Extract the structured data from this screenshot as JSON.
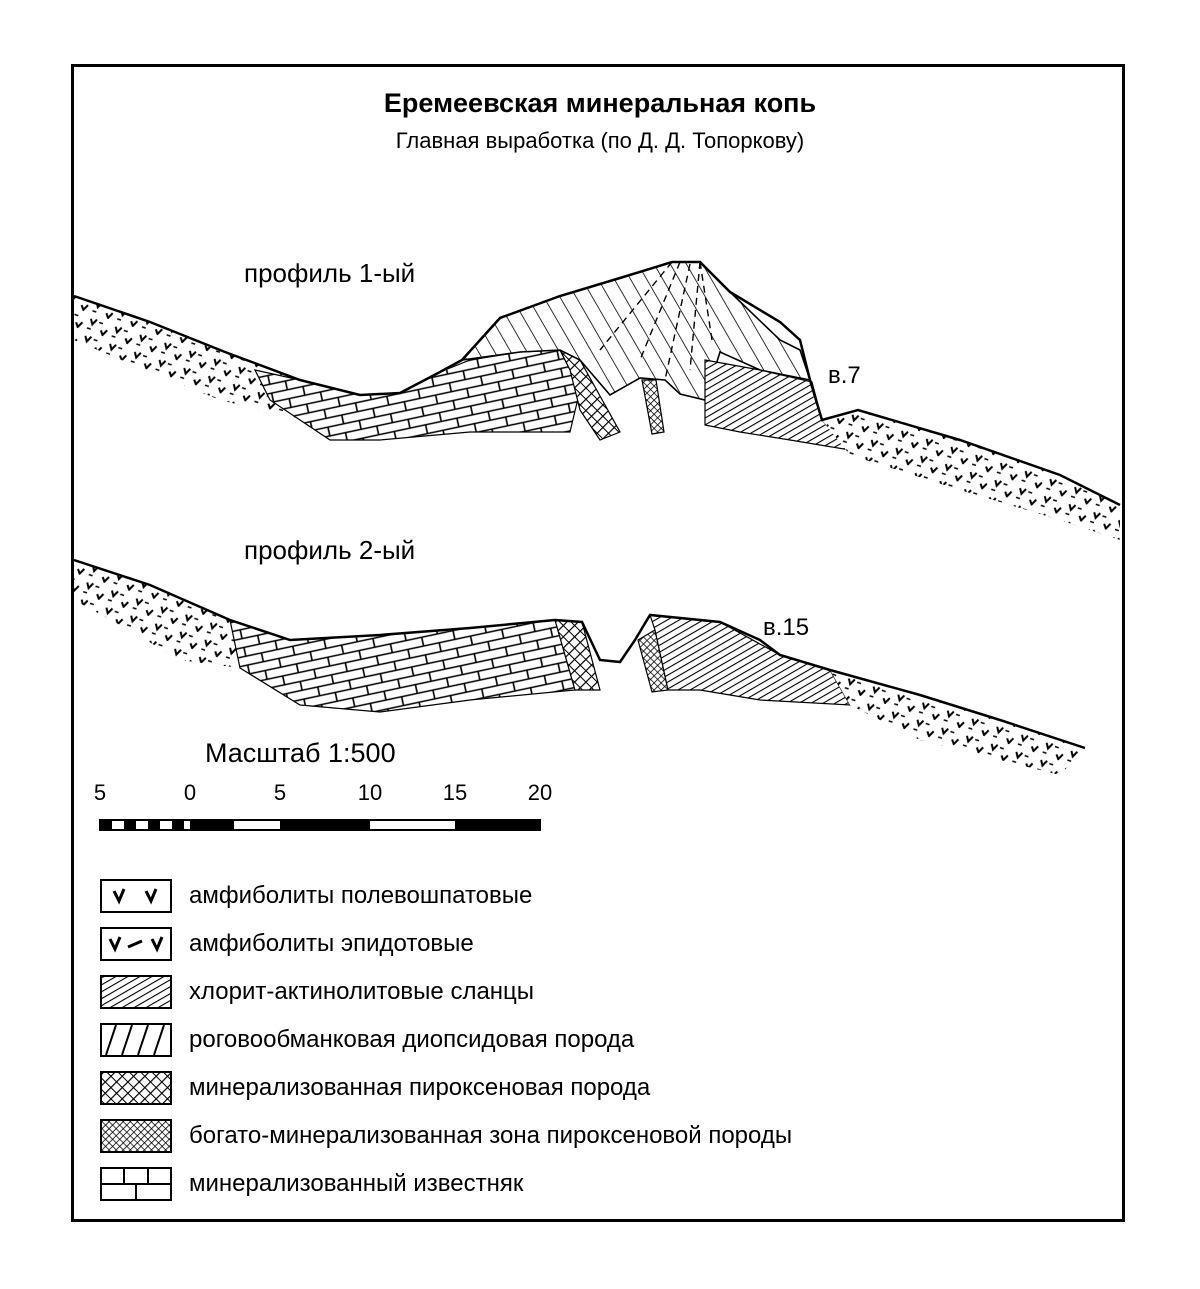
{
  "title": "Еремеевская минеральная копь",
  "subtitle": "Главная выработка (по Д. Д. Топоркову)",
  "profiles": [
    {
      "label": "профиль 1-ый",
      "marker": "в.7"
    },
    {
      "label": "профиль 2-ый",
      "marker": "в.15"
    }
  ],
  "scale": {
    "title": "Масштаб 1:500",
    "ticks": [
      "5",
      "0",
      "5",
      "10",
      "15",
      "20"
    ]
  },
  "legend": [
    {
      "pattern": "v-marks",
      "label": "амфиболиты полевошпатовые"
    },
    {
      "pattern": "v-dash-marks",
      "label": "амфиболиты эпидотовые"
    },
    {
      "pattern": "dense-hatch",
      "label": "хлорит-актинолитовые сланцы"
    },
    {
      "pattern": "sparse-diagonal",
      "label": "роговообманковая диопсидовая порода"
    },
    {
      "pattern": "cross-hatch",
      "label": "минерализованная пироксеновая порода"
    },
    {
      "pattern": "dense-crosshatch",
      "label": "богато-минерализованная зона пироксеновой породы"
    },
    {
      "pattern": "brick",
      "label": "минерализованный известняк"
    }
  ]
}
